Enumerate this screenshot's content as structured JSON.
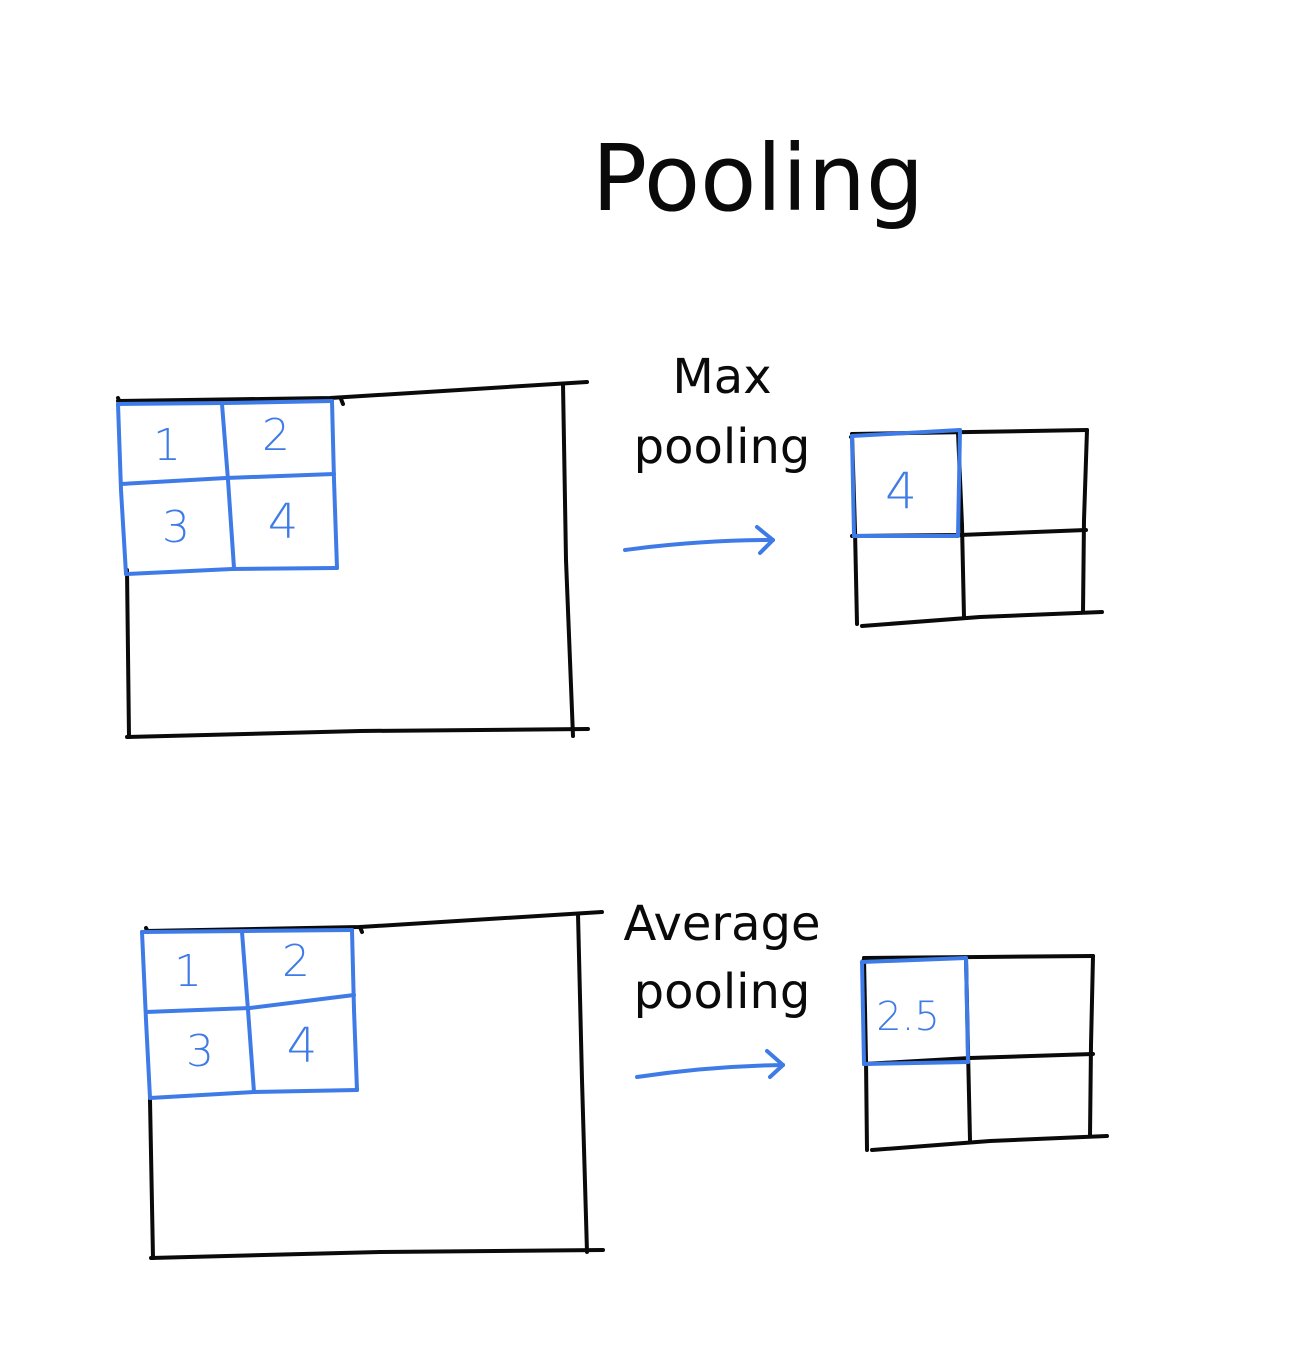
{
  "title": "Pooling",
  "colors": {
    "ink": "#0a0a0a",
    "accent": "#3f7be6",
    "background": "#ffffff"
  },
  "max_pooling": {
    "label_line1": "Max",
    "label_line2": "pooling",
    "input_cells": [
      "1",
      "2",
      "3",
      "4"
    ],
    "output_value": "4"
  },
  "average_pooling": {
    "label_line1": "Average",
    "label_line2": "pooling",
    "input_cells": [
      "1",
      "2",
      "3",
      "4"
    ],
    "output_value": "2.5"
  }
}
